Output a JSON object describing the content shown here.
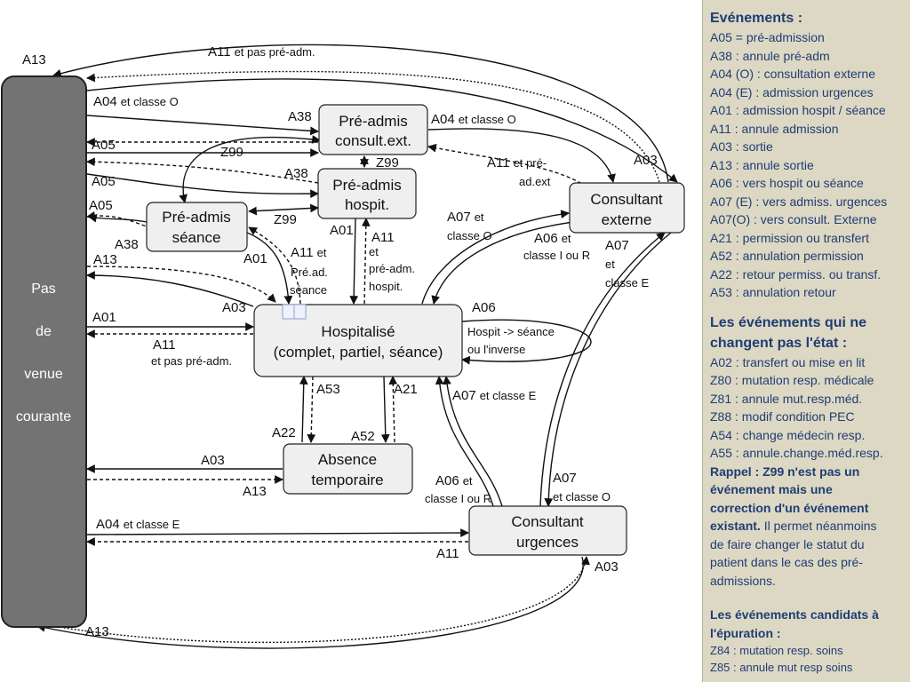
{
  "nodes": {
    "pas_venue": [
      "Pas",
      "de",
      "venue",
      "courante"
    ],
    "preadmis_consult": [
      "Pré-admis",
      "consult.ext."
    ],
    "preadmis_hospit": [
      "Pré-admis",
      "hospit."
    ],
    "preadmis_seance": [
      "Pré-admis",
      "séance"
    ],
    "consultant_externe": [
      "Consultant",
      "externe"
    ],
    "hospitalise": [
      "Hospitalisé",
      "(complet, partiel, séance)"
    ],
    "absence": [
      "Absence",
      "temporaire"
    ],
    "consultant_urgences": [
      "Consultant",
      "urgences"
    ]
  },
  "edge_labels": {
    "a13_top": "A13",
    "a11_top_code": "A11",
    "a11_top_rest": "et pas pré-adm.",
    "a04_o_code": "A04",
    "a04_o_rest": "et classe O",
    "a38_1": "A38",
    "a04_o2_code": "A04",
    "a04_o2_rest": "et classe O",
    "a05_1": "A05",
    "z99_1": "Z99",
    "z99_2": "Z99",
    "a11_ad_code": "A11",
    "a11_ad_rest1": "et pré-",
    "a11_ad_rest2": "ad.ext",
    "a03_ce": "A03",
    "a38_2": "A38",
    "a05_2": "A05",
    "a05_3": "A05",
    "z99_3": "Z99",
    "a07_o_code": "A07",
    "a07_o_rest1": "et",
    "a07_o_rest2": "classe O",
    "a38_3": "A38",
    "a01_1": "A01",
    "a11_h_code": "A11",
    "a11_h_rest1": "et",
    "a11_h_rest2": "pré-adm.",
    "a11_h_rest3": "hospit.",
    "a06_ir_code": "A06",
    "a06_ir_rest1": "et",
    "a06_ir_rest2": "classe I ou R",
    "a07_e_code": "A07",
    "a07_e_rest1": "et",
    "a07_e_rest2": "classe E",
    "a13_2": "A13",
    "a01_2": "A01",
    "a11_pre_code": "A11",
    "a11_pre_rest1": "et",
    "a11_pre_rest2": "Pré.ad.",
    "a11_pre_rest3": "séance",
    "a03_2": "A03",
    "a06_loop": "A06",
    "hospit_seance_1": "Hospit -> séance",
    "hospit_seance_2": "ou l'inverse",
    "a01_3": "A01",
    "a11_3_code": "A11",
    "a11_3_rest": "et pas pré-adm.",
    "a53": "A53",
    "a21": "A21",
    "a07_e2_code": "A07",
    "a07_e2_rest": "et classe E",
    "a22": "A22",
    "a52": "A52",
    "a03_3": "A03",
    "a13_3": "A13",
    "a06_u_code": "A06",
    "a06_u_rest1": "et",
    "a06_u_rest2": "classe I ou R",
    "a07_u_code": "A07",
    "a07_u_rest": "et classe O",
    "a04_e_code": "A04",
    "a04_e_rest": "et classe E",
    "a11_u": "A11",
    "a03_u": "A03",
    "a13_bottom": "A13"
  },
  "sidebar": {
    "title": "Evénements :",
    "events": [
      "A05 = pré-admission",
      "A38 : annule pré-adm",
      "A04 (O) : consultation externe",
      "A04 (E) : admission urgences",
      "A01 : admission hospit / séance",
      "A11 : annule admission",
      "A03 : sortie",
      "A13 : annule sortie",
      "A06 : vers hospit ou séance",
      "A07 (E) : vers admiss. urgences",
      "A07(O) : vers consult. Externe",
      "A21 : permission ou transfert",
      "A52 : annulation permission",
      "A22 : retour permiss. ou transf.",
      "A53 : annulation retour"
    ],
    "no_change_title_1": "Les événements qui ne",
    "no_change_title_2": "changent pas l'état :",
    "no_change_events": [
      "A02 : transfert  ou mise en lit",
      "Z80 : mutation resp. médicale",
      "Z81 : annule mut.resp.méd.",
      "Z88 : modif condition PEC",
      "A54 : change médecin resp.",
      "A55 : annule.change.méd.resp."
    ],
    "rappel_bold_1": "Rappel : Z99 n'est pas un",
    "rappel_bold_2": "événement mais une",
    "rappel_bold_3": "correction d'un événement",
    "rappel_bold_4": "existant.",
    "rappel_rest_4": " Il permet néanmoins",
    "rappel_rest_5": "de faire changer le statut du",
    "rappel_rest_6": "patient dans le cas des pré-",
    "rappel_rest_7": "admissions.",
    "candidates_title_1": "Les événements candidats à",
    "candidates_title_2": "l'épuration :",
    "candidates": [
      "Z84 : mutation resp. soins",
      "Z85 : annule mut resp soins"
    ]
  },
  "colors": {
    "pas_venue_fill": "#737373",
    "node_fill": "#efefef",
    "sidebar_bg": "#ddd8c4",
    "sidebar_text": "#1f3d73"
  }
}
